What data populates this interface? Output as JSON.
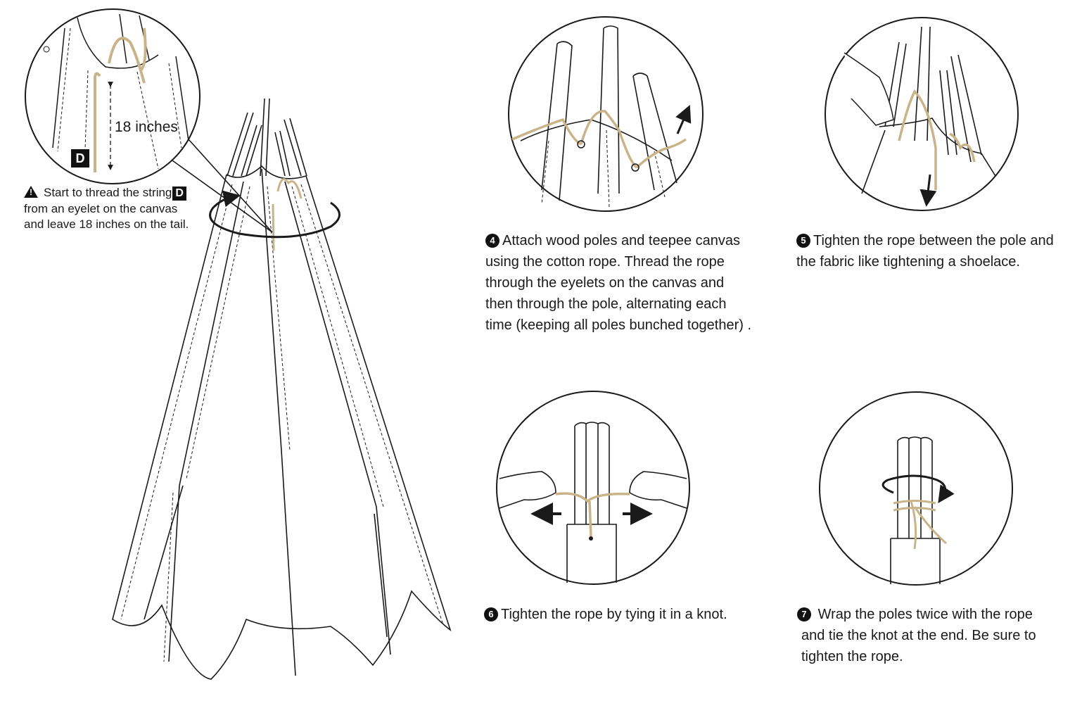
{
  "colors": {
    "line": "#1a1a1a",
    "rope": "#c9b48a",
    "rope_edge": "#8c7a55",
    "background": "#ffffff"
  },
  "icons": [
    "warning-icon",
    "rotate-arrow-icon",
    "arrow-icon"
  ],
  "note": {
    "tag_top": "D",
    "line1": "Start to thread the string",
    "line2": "from an eyelet on the canvas",
    "line3": "and leave 18 inches on the tail.",
    "dimension": "18 inches",
    "part_label": "D"
  },
  "steps": [
    {
      "number": "4",
      "lines": [
        "Attach wood poles and teepee canvas",
        "using the cotton rope. Thread the rope",
        "through the eyelets on the canvas and",
        "then through the pole, alternating each",
        "time (keeping all poles bunched together) ."
      ]
    },
    {
      "number": "5",
      "lines": [
        "Tighten the rope between the pole and",
        "the fabric like tightening a shoelace."
      ]
    },
    {
      "number": "6",
      "lines": [
        "Tighten the rope by tying it in a knot."
      ]
    },
    {
      "number": "7",
      "lines": [
        "Wrap the poles twice with the rope",
        "and tie the knot at the end. Be sure to",
        "tighten the rope."
      ]
    }
  ]
}
